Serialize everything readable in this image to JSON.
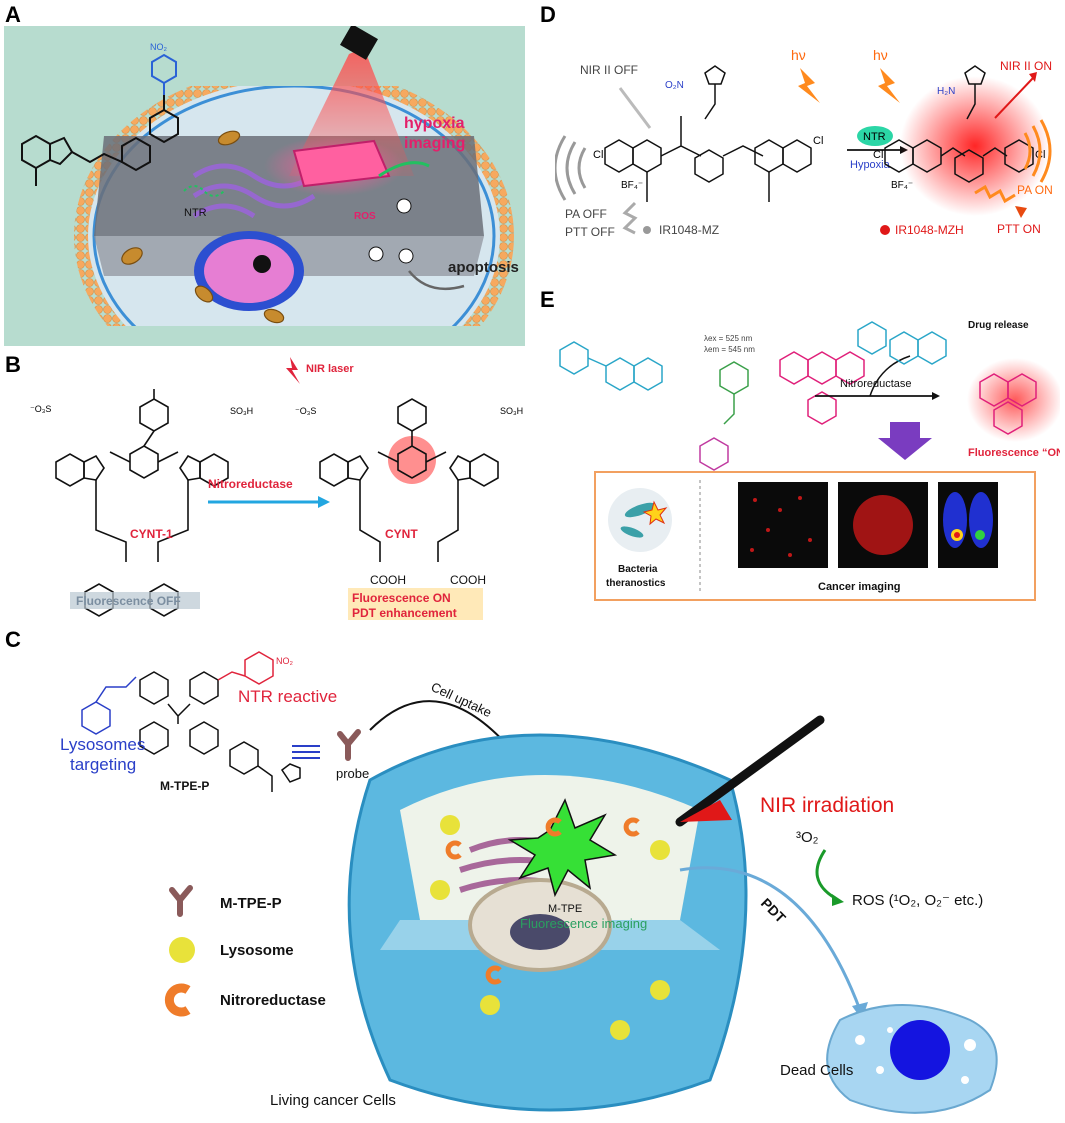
{
  "panels": {
    "A": {
      "letter": "A",
      "hypoxia": "hypoxia",
      "imaging": "imaging",
      "ntr": "NTR",
      "ros": "ROS",
      "apoptosis": "apoptosis",
      "no2": "NO₂"
    },
    "B": {
      "letter": "B",
      "nir_laser": "NIR laser",
      "cynt1": "CYNT-1",
      "cynt": "CYNT",
      "arrow_label": "Nitroreductase",
      "fluo_off": "Fluorescence OFF",
      "fluo_on": "Fluorescence ON",
      "pdt": "PDT enhancement"
    },
    "C": {
      "letter": "C",
      "ntr_reactive": "NTR reactive",
      "lyso_targeting_1": "Lysosomes",
      "lyso_targeting_2": "targeting",
      "probe_name": "M-TPE-P",
      "probe": "probe",
      "cell_uptake": "Cell uptake",
      "nir_irradiation": "NIR irradiation",
      "o2": "³O₂",
      "ros": "ROS (¹O₂, O₂⁻ etc.)",
      "pdt": "PDT",
      "mtpe": "M-TPE",
      "fluo_imaging": "Fluorescence imaging",
      "legend_probe": "M-TPE-P",
      "legend_lysosome": "Lysosome",
      "legend_ntr": "Nitroreductase",
      "dead_cells": "Dead Cells",
      "living_cells": "Living cancer Cells"
    },
    "D": {
      "letter": "D",
      "nir_off": "NIR II OFF",
      "pa_off": "PA OFF",
      "ptt_off": "PTT OFF",
      "name_off": "IR1048-MZ",
      "hv1": "hν",
      "hv2": "hν",
      "ntr": "NTR",
      "hypoxia": "Hypoxia",
      "nir_on": "NIR II ON",
      "pa_on": "PA ON",
      "ptt_on": "PTT ON",
      "name_on": "IR1048-MZH",
      "bf4": "BF₄⁻"
    },
    "E": {
      "letter": "E",
      "lambda_ex": "λex = 525 nm",
      "lambda_em": "λem = 545 nm",
      "drug_release": "Drug release",
      "nitroreductase": "Nitroreductase",
      "fluo_on": "Fluorescence “ON”",
      "bacteria_1": "Bacteria",
      "bacteria_2": "theranostics",
      "cancer_imaging": "Cancer imaging"
    }
  },
  "colors": {
    "panelA_bg": "#b9dcd0",
    "membrane": "#f2a55a",
    "red_glow": "#ff2020",
    "ntr_teal": "#2bb59a",
    "lyso_yellow": "#e8e23a",
    "ntr_orange": "#ef7c2a",
    "cell_blue": "#5cb8e0",
    "arrow_blue": "#39a9e0",
    "purple_arrow": "#7a3cc0"
  },
  "icons": [
    "laser-icon",
    "skull-icon",
    "lightning-icon",
    "down-arrow-icon"
  ]
}
